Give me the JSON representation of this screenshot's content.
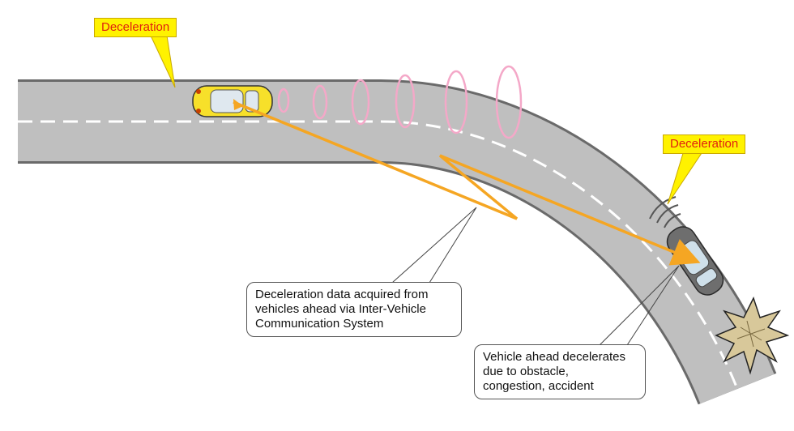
{
  "labels": {
    "decel_top": "Deceleration",
    "decel_right": "Deceleration",
    "note_comm": "Deceleration data acquired from\nvehicles ahead via Inter-Vehicle\nCommunication System",
    "note_ahead": "Vehicle ahead decelerates\ndue to obstacle,\ncongestion, accident"
  },
  "colors": {
    "road": "#bfbfbf",
    "road_edge": "#6a6a6a",
    "lane_line": "#ffffff",
    "signal_ring": "#f4a8c8",
    "comm_arrow": "#f5a623",
    "callout": "#fff200",
    "callout_text": "#e0200f",
    "car_following": "#f7e02a",
    "car_ahead": "#6e6e6e",
    "obstacle": "#d8c89a"
  },
  "icons": [
    "car-following-icon",
    "car-ahead-icon",
    "obstacle-burst-icon",
    "radio-wave-icon"
  ]
}
